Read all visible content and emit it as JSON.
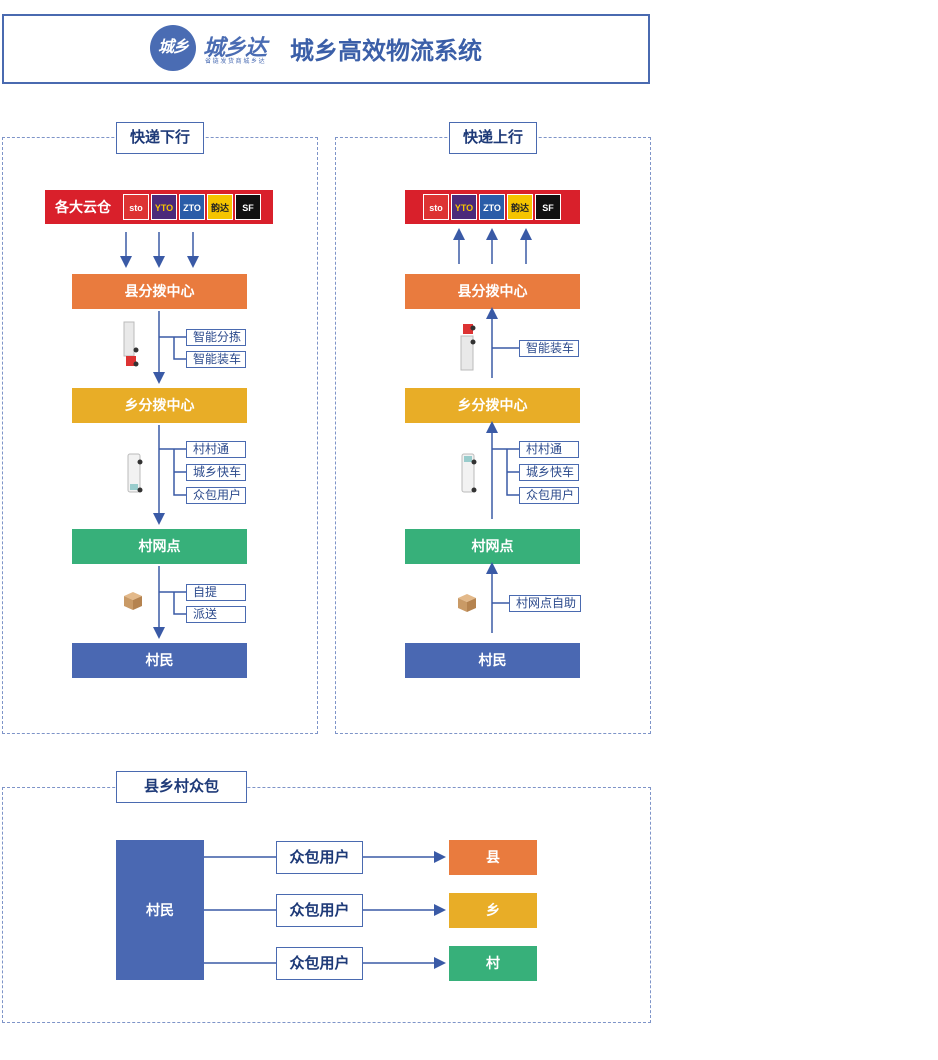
{
  "header": {
    "logo_mark": "城乡",
    "logo_text": "城乡达",
    "logo_sub": "省 链 发 货 商 城 乡 达",
    "title": "城乡高效物流系统"
  },
  "downstream": {
    "label": "快递下行",
    "warehouse_label": "各大云仓",
    "couriers": [
      "sto",
      "YTO",
      "ZTO",
      "韵达",
      "SF"
    ],
    "stages": [
      "县分拨中心",
      "乡分拨中心",
      "村网点",
      "村民"
    ],
    "tags_1": [
      "智能分拣",
      "智能装车"
    ],
    "tags_2": [
      "村村通",
      "城乡快车",
      "众包用户"
    ],
    "tags_3": [
      "自提",
      "派送"
    ]
  },
  "upstream": {
    "label": "快递上行",
    "couriers": [
      "sto",
      "YTO",
      "ZTO",
      "韵达",
      "SF"
    ],
    "stages": [
      "县分拨中心",
      "乡分拨中心",
      "村网点",
      "村民"
    ],
    "tags_1": [
      "智能装车"
    ],
    "tags_2": [
      "村村通",
      "城乡快车",
      "众包用户"
    ],
    "tags_3": [
      "村网点自助"
    ]
  },
  "crowd": {
    "label": "县乡村众包",
    "source": "村民",
    "via": [
      "众包用户",
      "众包用户",
      "众包用户"
    ],
    "targets": [
      "县",
      "乡",
      "村"
    ]
  },
  "colors": {
    "accent": "#4a6ab0",
    "orange": "#e97b3e",
    "yellow": "#e8ad27",
    "green": "#37b07a",
    "blue": "#4a68b2",
    "red": "#d9202b"
  }
}
